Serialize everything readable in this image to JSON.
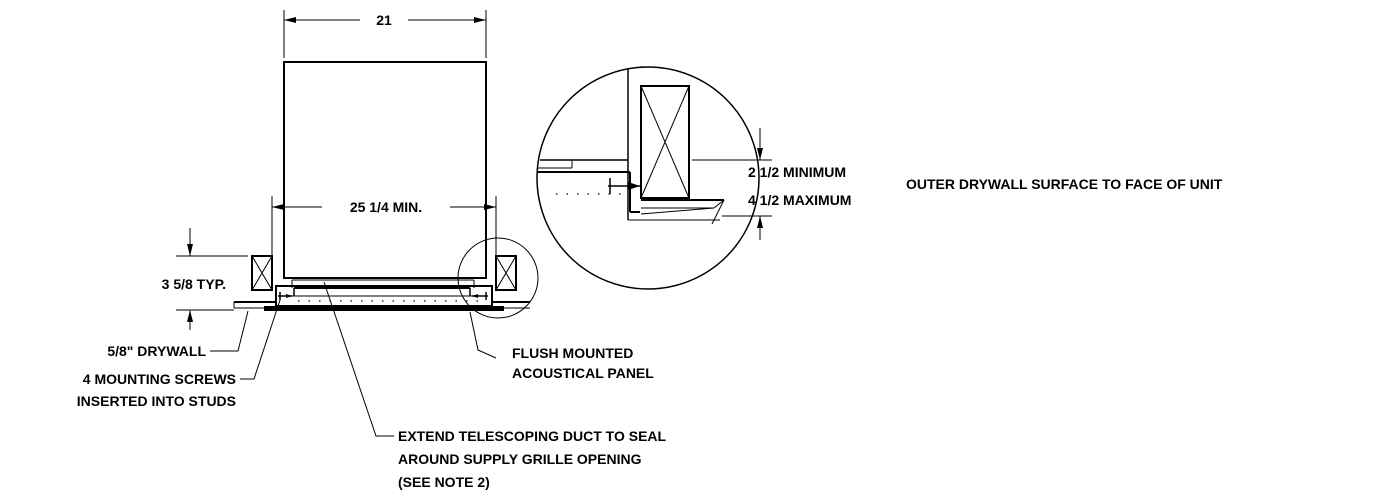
{
  "dimensions": {
    "width_label": "21",
    "min_width_label": "25 1/4 MIN.",
    "stud_depth_label": "3 5/8 TYP.",
    "detail_min_label": "2 1/2 MINIMUM",
    "detail_max_label": "4 1/2 MAXIMUM",
    "detail_note": "OUTER DRYWALL SURFACE TO FACE OF UNIT"
  },
  "callouts": {
    "drywall": "5/8\" DRYWALL",
    "screws_line1": "4 MOUNTING SCREWS",
    "screws_line2": "INSERTED INTO STUDS",
    "panel_line1": "FLUSH MOUNTED",
    "panel_line2": "ACOUSTICAL PANEL",
    "duct_line1": "EXTEND TELESCOPING DUCT TO SEAL",
    "duct_line2": "AROUND SUPPLY GRILLE OPENING",
    "duct_line3": "(SEE NOTE 2)"
  }
}
